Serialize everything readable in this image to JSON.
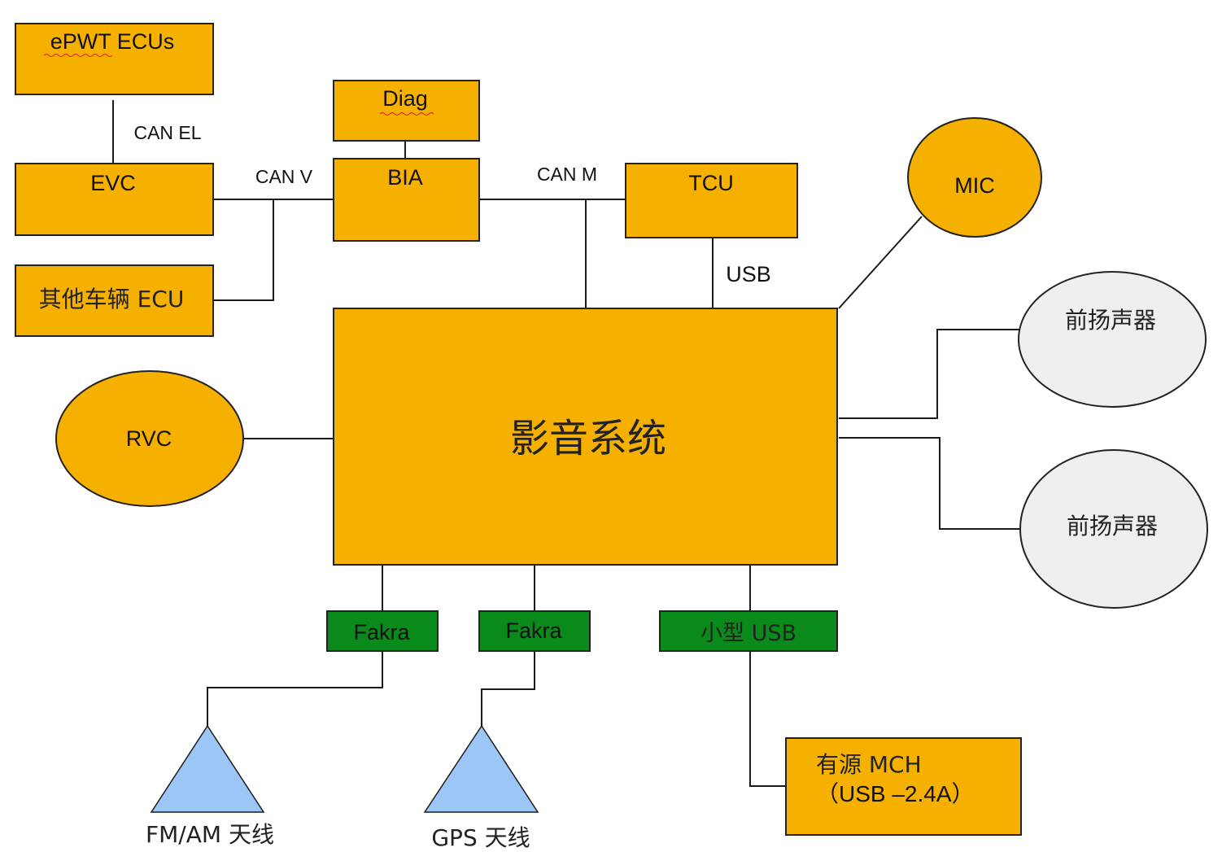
{
  "colors": {
    "ecu_fill": "#f5b000",
    "connector_fill": "#0a8a1a",
    "speaker_fill": "#efefef",
    "antenna_fill": "#9cc6f5",
    "line": "#1a1a1a"
  },
  "nodes": {
    "epwt": "ePWT ECUs",
    "evc": "EVC",
    "other_ecu": "其他车辆 ECU",
    "diag": "Diag",
    "bia": "BIA",
    "tcu": "TCU",
    "mic": "MIC",
    "infotainment": "影音系统",
    "rvc": "RVC",
    "speaker_top": "前扬声器",
    "speaker_bottom": "前扬声器",
    "fakra_left": "Fakra",
    "fakra_right": "Fakra",
    "mini_usb": "小型 USB",
    "active_mch_line1": "有源 MCH",
    "active_mch_line2": "（USB –2.4A）",
    "fm_am_antenna": "FM/AM 天线",
    "gps_antenna": "GPS 天线"
  },
  "edge_labels": {
    "can_el": "CAN EL",
    "can_v": "CAN V",
    "can_m": "CAN M",
    "usb": "USB"
  }
}
